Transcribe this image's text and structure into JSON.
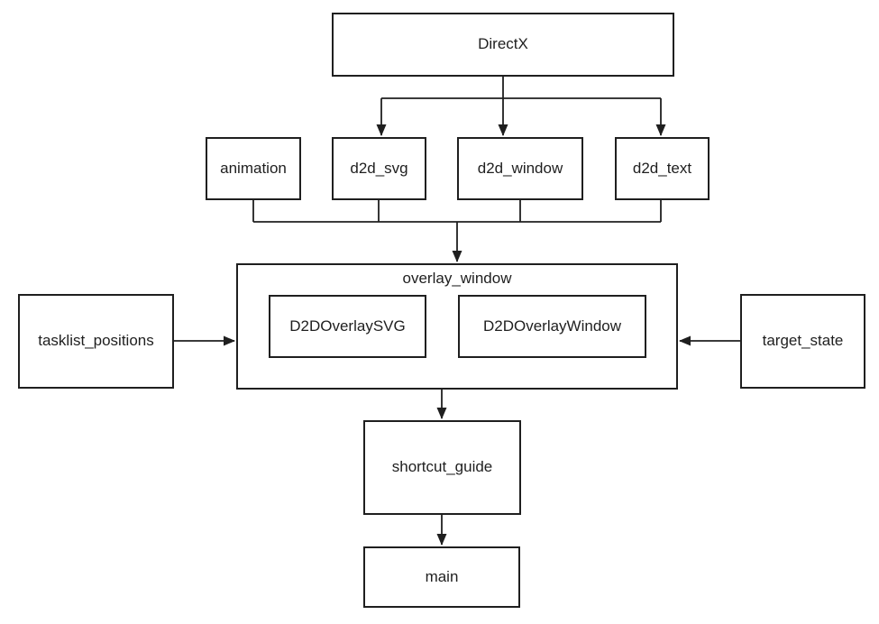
{
  "diagram": {
    "type": "dependency-flowchart",
    "colors": {
      "background": "#ffffff",
      "box_fill": "#ffffff",
      "line": "#1f1f1f",
      "text": "#1f1f1f"
    },
    "nodes": {
      "directx": {
        "label": "DirectX"
      },
      "animation": {
        "label": "animation"
      },
      "d2d_svg": {
        "label": "d2d_svg"
      },
      "d2d_window": {
        "label": "d2d_window"
      },
      "d2d_text": {
        "label": "d2d_text"
      },
      "overlay_window": {
        "label": "overlay_window"
      },
      "d2d_overlay_svg": {
        "label": "D2DOverlaySVG"
      },
      "d2d_overlay_window": {
        "label": "D2DOverlayWindow"
      },
      "tasklist_positions": {
        "label": "tasklist_positions"
      },
      "target_state": {
        "label": "target_state"
      },
      "shortcut_guide": {
        "label": "shortcut_guide"
      },
      "main": {
        "label": "main"
      }
    },
    "edges": [
      {
        "from": "DirectX",
        "to": "d2d_svg"
      },
      {
        "from": "DirectX",
        "to": "d2d_window"
      },
      {
        "from": "DirectX",
        "to": "d2d_text"
      },
      {
        "from": "animation",
        "to": "overlay_window"
      },
      {
        "from": "d2d_svg",
        "to": "overlay_window"
      },
      {
        "from": "d2d_window",
        "to": "overlay_window"
      },
      {
        "from": "d2d_text",
        "to": "overlay_window"
      },
      {
        "from": "tasklist_positions",
        "to": "overlay_window"
      },
      {
        "from": "target_state",
        "to": "overlay_window"
      },
      {
        "from": "overlay_window",
        "to": "shortcut_guide"
      },
      {
        "from": "shortcut_guide",
        "to": "main"
      }
    ],
    "contains": [
      {
        "parent": "overlay_window",
        "children": [
          "D2DOverlaySVG",
          "D2DOverlayWindow"
        ]
      }
    ]
  }
}
